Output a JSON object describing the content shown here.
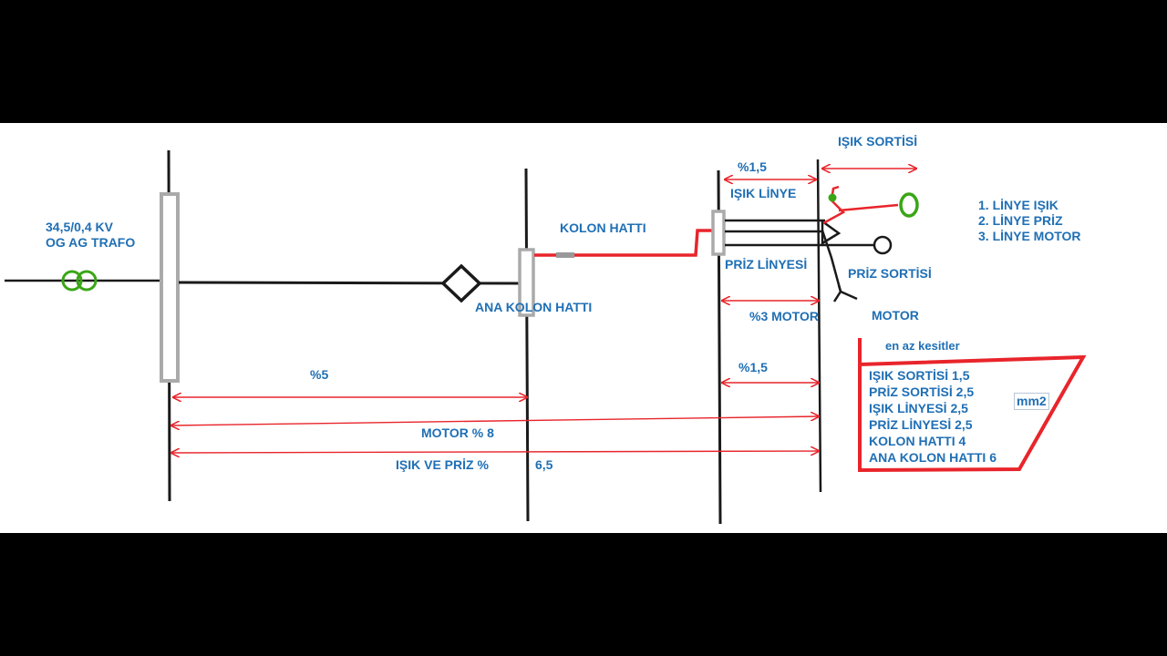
{
  "labels": {
    "trafo": "34,5/0,4 KV\nOG AG TRAFO",
    "ana_kolon": "ANA KOLON HATTI",
    "kolon_hatti": "KOLON HATTI",
    "isik_linye": "IŞIK LİNYE",
    "priz_linyesi": "PRİZ LİNYESİ",
    "priz_sortisi": "PRİZ SORTİSİ",
    "isik_sortisi": "IŞIK SORTİSİ",
    "motor": "MOTOR",
    "pct_1_5_top": "%1,5",
    "pct_3_motor": "%3 MOTOR",
    "pct_1_5_mid": "%1,5",
    "pct_5": "%5",
    "motor_8": "MOTOR  % 8",
    "isik_priz": "IŞIK VE PRİZ  %",
    "isik_priz_val": "6,5"
  },
  "legend": [
    "1. LİNYE IŞIK",
    "2. LİNYE PRİZ",
    "3. LİNYE MOTOR"
  ],
  "cross_sections": {
    "title": "en az kesitler",
    "items": [
      "IŞIK SORTİSİ 1,5",
      "PRİZ SORTİSİ 2,5",
      "IŞIK LİNYESİ 2,5",
      "PRİZ LİNYESİ 2,5",
      "KOLON HATTI 4",
      "ANA KOLON HATTI 6"
    ],
    "unit": "mm2"
  },
  "colors": {
    "text": "#1f6fb5",
    "red": "#e8252b",
    "green": "#3aa616",
    "line": "#1a1a1a",
    "panel": "#c8c8c8"
  }
}
